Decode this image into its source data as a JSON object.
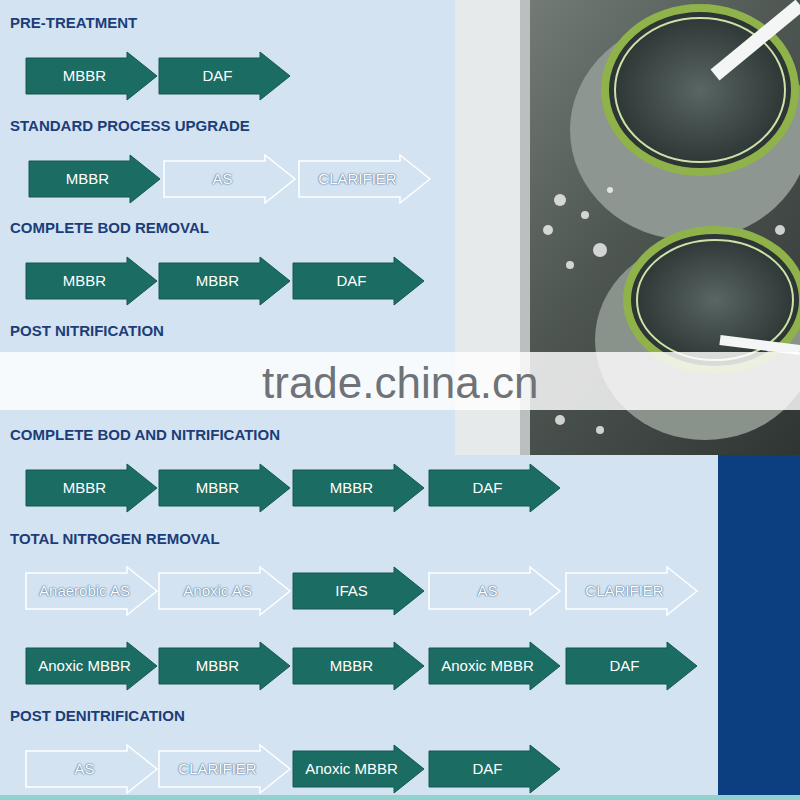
{
  "diagram": {
    "nodes": [
      {
        "text": [
          "MBBR"
        ]
      },
      {
        "text": [
          "DAF"
        ]
      },
      {
        "text": [
          "MBBR"
        ]
      },
      {
        "text": [
          "AS"
        ]
      },
      {
        "text": [
          "CLARIFIER"
        ]
      },
      {
        "text": [
          "MBBR"
        ]
      },
      {
        "text": [
          "MBBR"
        ]
      },
      {
        "text": [
          "DAF"
        ]
      },
      {
        "text": [
          "MBBR"
        ]
      },
      {
        "text": [
          "MBBR"
        ]
      },
      {
        "text": [
          "MBBR"
        ]
      },
      {
        "text": [
          "DAF"
        ]
      },
      {
        "text": [
          "Anaerobic AS"
        ]
      },
      {
        "text": [
          "Anoxic AS"
        ]
      },
      {
        "text": [
          "IFAS"
        ]
      },
      {
        "text": [
          "AS"
        ]
      },
      {
        "text": [
          "CLARIFIER"
        ]
      },
      {
        "text": [
          "Anoxic MBBR"
        ]
      },
      {
        "text": [
          "MBBR"
        ]
      },
      {
        "text": [
          "MBBR"
        ]
      },
      {
        "text": [
          "Anoxic MBBR"
        ]
      },
      {
        "text": [
          "DAF"
        ]
      },
      {
        "text": [
          "AS"
        ]
      },
      {
        "text": [
          "CLARIFIER"
        ]
      },
      {
        "text": [
          "Anoxic MBBR"
        ]
      },
      {
        "text": [
          "DAF"
        ]
      }
    ],
    "labels": [
      "PRE-TREATMENT",
      "STANDARD PROCESS UPGRADE",
      "COMPLETE BOD REMOVAL",
      "POST NITRIFICATION",
      "trade.china.cn",
      "COMPLETE BOD AND NITRIFICATION",
      "TOTAL NITROGEN REMOVAL",
      "POST DENITRIFICATION"
    ]
  }
}
